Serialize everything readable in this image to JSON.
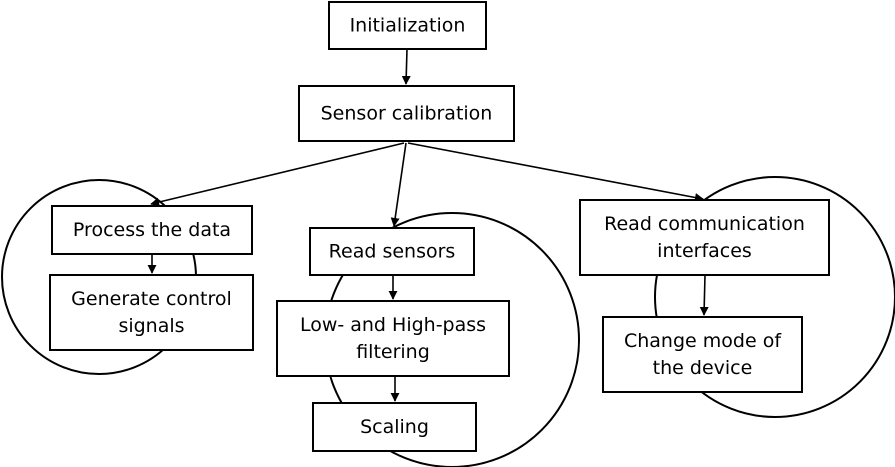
{
  "nodes": {
    "initialization": {
      "lines": [
        "Initialization"
      ]
    },
    "sensor_calibration": {
      "lines": [
        "Sensor calibration"
      ]
    },
    "process_data": {
      "lines": [
        "Process the data"
      ]
    },
    "generate_control": {
      "lines": [
        "Generate control",
        "signals"
      ]
    },
    "read_sensors": {
      "lines": [
        "Read sensors"
      ]
    },
    "filtering": {
      "lines": [
        "Low- and High-pass",
        "filtering"
      ]
    },
    "scaling": {
      "lines": [
        "Scaling"
      ]
    },
    "read_comm": {
      "lines": [
        "Read communication",
        "interfaces"
      ]
    },
    "change_mode": {
      "lines": [
        "Change mode of",
        "the device"
      ]
    }
  },
  "edges": [
    {
      "from": "initialization",
      "to": "sensor_calibration"
    },
    {
      "from": "sensor_calibration",
      "to": "process_data"
    },
    {
      "from": "sensor_calibration",
      "to": "read_sensors"
    },
    {
      "from": "sensor_calibration",
      "to": "read_comm"
    },
    {
      "from": "process_data",
      "to": "generate_control"
    },
    {
      "from": "read_sensors",
      "to": "filtering"
    },
    {
      "from": "filtering",
      "to": "scaling"
    },
    {
      "from": "read_comm",
      "to": "change_mode"
    }
  ]
}
